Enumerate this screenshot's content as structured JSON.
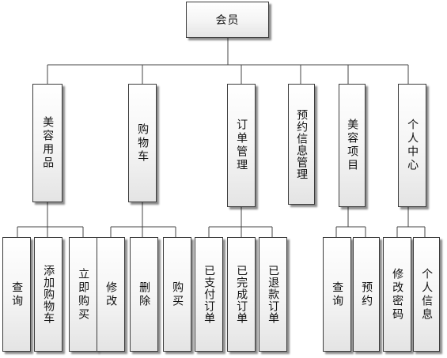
{
  "root": {
    "label": "会员"
  },
  "modules": [
    {
      "label": "美容用品",
      "children": [
        "查询",
        "添加购物车",
        "立即购买"
      ]
    },
    {
      "label": "购物车",
      "children": [
        "修改",
        "删除",
        "购买"
      ]
    },
    {
      "label": "订单管理",
      "children": [
        "已支付订单",
        "已完成订单",
        "已退款订单"
      ]
    },
    {
      "label": "预约信息管理",
      "children": []
    },
    {
      "label": "美容项目",
      "children": [
        "查询",
        "预约"
      ]
    },
    {
      "label": "个人中心",
      "children": [
        "修改密码",
        "个人信息"
      ]
    }
  ]
}
